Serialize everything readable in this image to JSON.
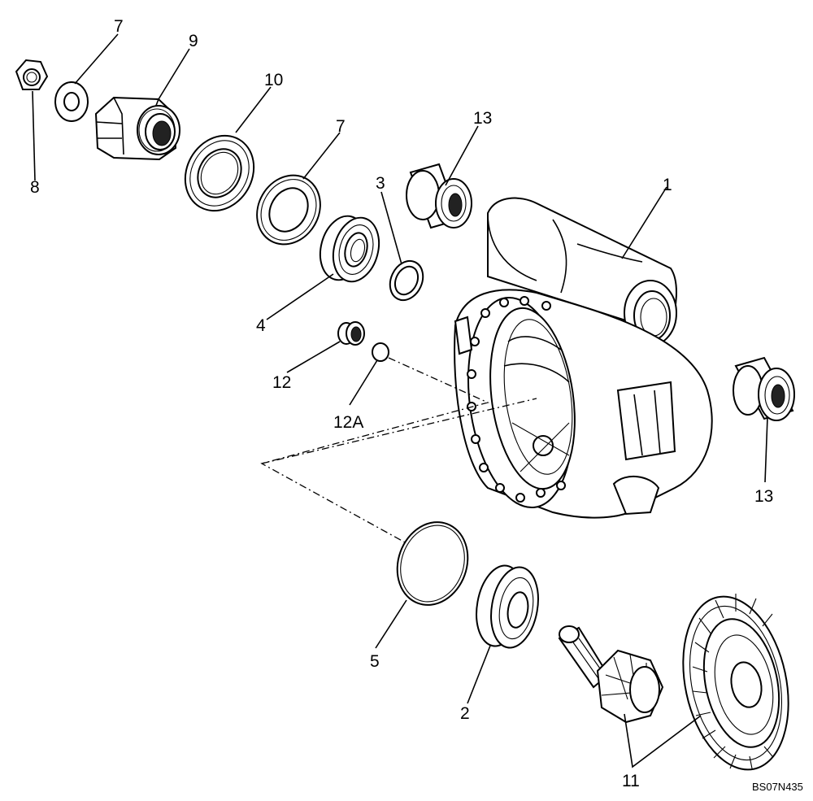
{
  "diagram": {
    "callouts": {
      "c1": "1",
      "c2": "2",
      "c3": "3",
      "c4": "4",
      "c5": "5",
      "c7a": "7",
      "c7b": "7",
      "c8": "8",
      "c9": "9",
      "c10": "10",
      "c11": "11",
      "c12": "12",
      "c12a": "12A",
      "c13a": "13",
      "c13b": "13"
    },
    "drawing_code": "BS07N435"
  }
}
